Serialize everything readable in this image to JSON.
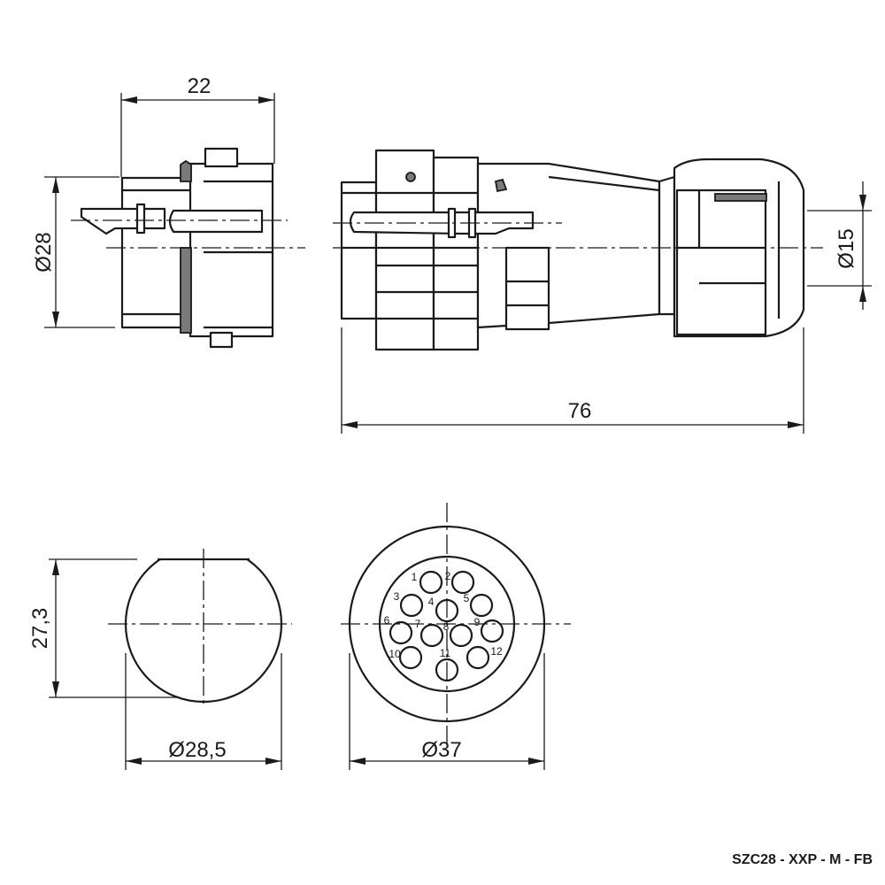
{
  "dimensions": {
    "width_22": "22",
    "dia_28": "Ø28",
    "length_76": "76",
    "dia_15": "Ø15",
    "height_27_3": "27,3",
    "dia_28_5": "Ø28,5",
    "dia_37": "Ø37"
  },
  "pins": [
    {
      "label": "1"
    },
    {
      "label": "2"
    },
    {
      "label": "3"
    },
    {
      "label": "4"
    },
    {
      "label": "5"
    },
    {
      "label": "6"
    },
    {
      "label": "7"
    },
    {
      "label": "8"
    },
    {
      "label": "9"
    },
    {
      "label": "10"
    },
    {
      "label": "11"
    },
    {
      "label": "12"
    }
  ],
  "part_code": "SZC28 - XXP - M - FB"
}
